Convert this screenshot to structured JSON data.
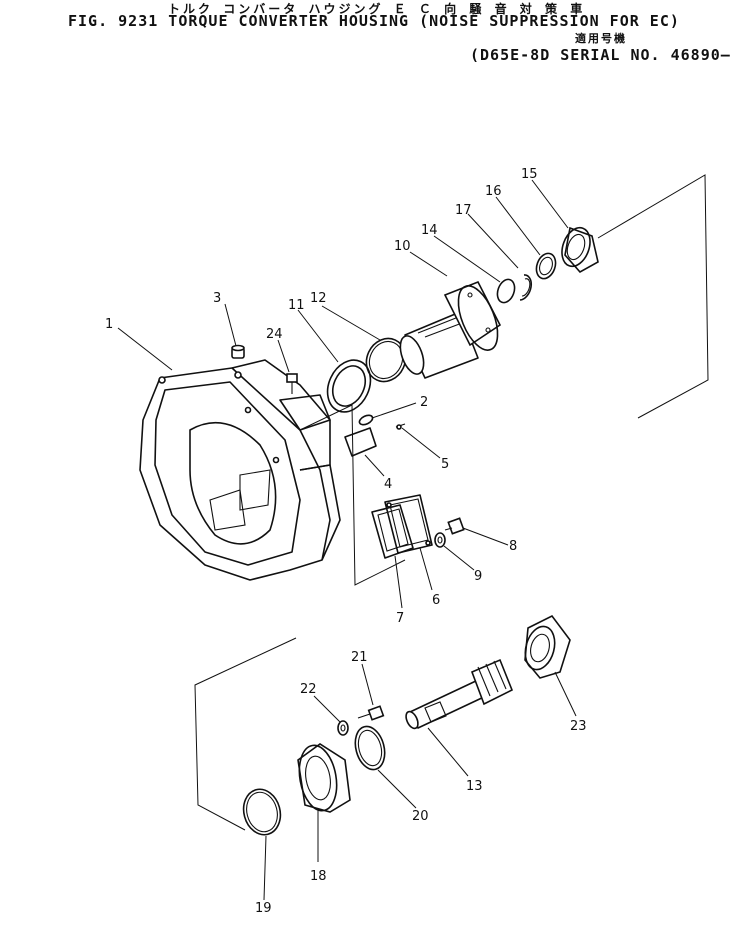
{
  "header": {
    "jp_title": "トルク コンバータ ハウジング Ｅ Ｃ 向 騒 音 対 策 車",
    "fig_title": "FIG. 9231  TORQUE CONVERTER HOUSING (NOISE SUPPRESSION FOR EC)",
    "jp_model": "適用号機",
    "serial": "(D65E-8D SERIAL NO. 46890— )"
  },
  "callouts": [
    "1",
    "2",
    "3",
    "4",
    "5",
    "6",
    "7",
    "8",
    "9",
    "10",
    "11",
    "12",
    "13",
    "14",
    "15",
    "16",
    "17",
    "18",
    "19",
    "20",
    "21",
    "22",
    "23",
    "24"
  ]
}
